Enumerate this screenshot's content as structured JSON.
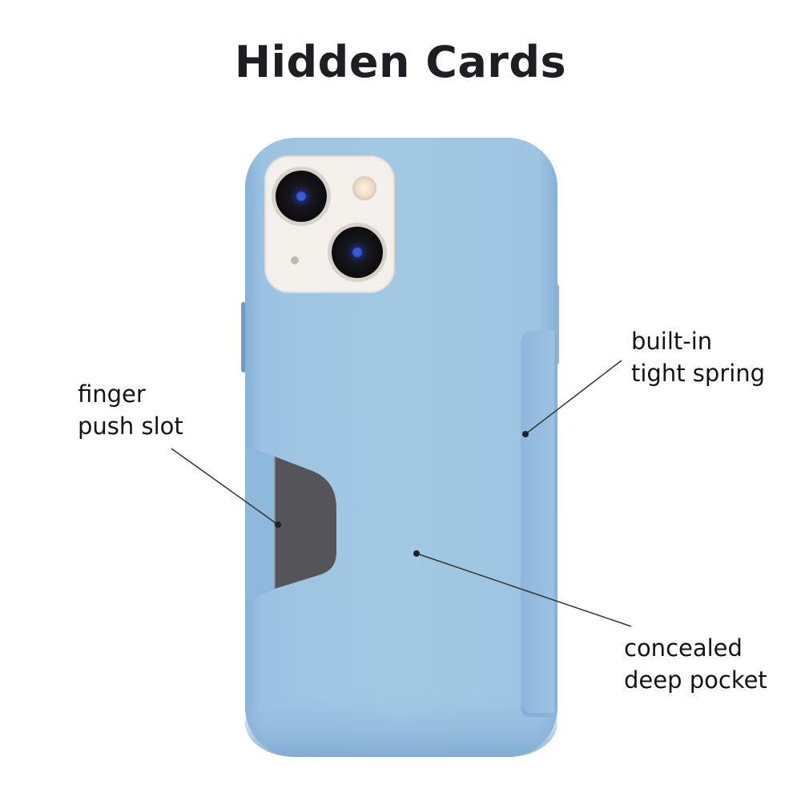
{
  "title": "Hidden Cards",
  "product": {
    "name": "phone-case",
    "case_color": "#9fc6e2",
    "case_shadow_color": "#7fa9cf",
    "camera_plate_color": "#f3efeb",
    "slot_color": "#555559"
  },
  "callouts": [
    {
      "id": "finger-push-slot",
      "lines": [
        "finger",
        "push slot"
      ]
    },
    {
      "id": "built-in-tight-spring",
      "lines": [
        "built-in",
        "tight spring"
      ]
    },
    {
      "id": "concealed-deep-pocket",
      "lines": [
        "concealed",
        "deep pocket"
      ]
    }
  ]
}
